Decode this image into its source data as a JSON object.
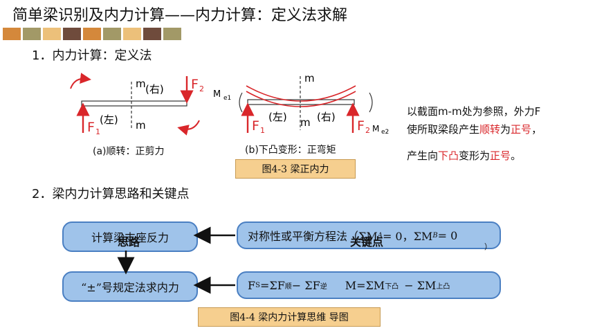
{
  "title": "简单梁识别及内力计算——内力计算：定义法求解",
  "palette": [
    "#d4883b",
    "#a29967",
    "#ecc07a",
    "#6f4b3c",
    "#d4883b",
    "#a29967",
    "#ecc07a",
    "#6f4b3c",
    "#a29967"
  ],
  "section1": "1．内力计算：定义法",
  "diagram_a": {
    "m_top": "m",
    "right_label": "(右)",
    "left_label": "(左)",
    "m_bottom": "m",
    "f1": "F",
    "f1_sub": "1",
    "f2": "F",
    "f2_sub": "2",
    "caption": "(a)顺转：正剪力"
  },
  "diagram_b": {
    "m_top": "m",
    "me1": "M",
    "me1_sub": "e1",
    "left_label": "(左)",
    "m_bottom": "m",
    "right_label": "(右)",
    "f1": "F",
    "f1_sub": "1",
    "f2": "F",
    "f2_sub": "2",
    "me2": "M",
    "me2_sub": "e2",
    "caption": "(b)下凸变形：正弯矩"
  },
  "fig43": "图4-3    梁正内力",
  "note": {
    "line1": "以截面m-m处为参照，外力F",
    "line2_pre": "使所取梁段产生",
    "line2_hl1": "顺转",
    "line2_mid": "为",
    "line2_hl2": "正号",
    "line2_end": "，",
    "line3_pre": "产生向",
    "line3_hl1": "下凸",
    "line3_mid": "变形为",
    "line3_hl2": "正号",
    "line3_end": "。"
  },
  "section2": "2．梁内力计算思路和关键点",
  "flow": {
    "box1": "计算梁支座反力",
    "overlay1": "思路",
    "box2_pre": "对称性或平衡方程法（ΣM",
    "box2_subA": "A",
    "box2_mid": " = 0，ΣM",
    "box2_subB": "B",
    "box2_end": " = 0",
    "box2_close": "）",
    "overlay2": "关键点",
    "box3": "“±”号规定法求内力",
    "box4_fs": "F",
    "box4_fs_sub": "S",
    "box4_a": "=ΣF",
    "box4_a_sub": "顺",
    "box4_b": "−  ΣF",
    "box4_b_sub": "逆",
    "box4_c": "M=ΣM",
    "box4_c_sub": "下凸",
    "box4_d": "−  ΣM",
    "box4_d_sub": "上凸"
  },
  "fig44": "图4-4    梁内力计算思维 导图"
}
